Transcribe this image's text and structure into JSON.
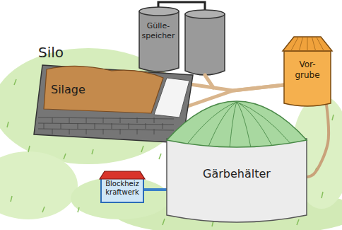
{
  "diagram": {
    "nodes": [
      {
        "text": [
          "Gülle- speicher"
        ]
      },
      {
        "text": [
          "Silo",
          "Silage"
        ]
      },
      {
        "text": [
          "Vor- grube"
        ]
      },
      {
        "text": [
          "Gärbehälter"
        ]
      },
      {
        "text": [
          "Blockheiz kraftwerk"
        ]
      }
    ],
    "edges": [
      {
        "from": 1,
        "to": 2,
        "arrow": "none"
      },
      {
        "from": 0,
        "to": 2,
        "arrow": "none"
      },
      {
        "from": 2,
        "to": 3,
        "arrow": "none"
      },
      {
        "from": 3,
        "to": 4,
        "arrow": "none"
      }
    ]
  }
}
